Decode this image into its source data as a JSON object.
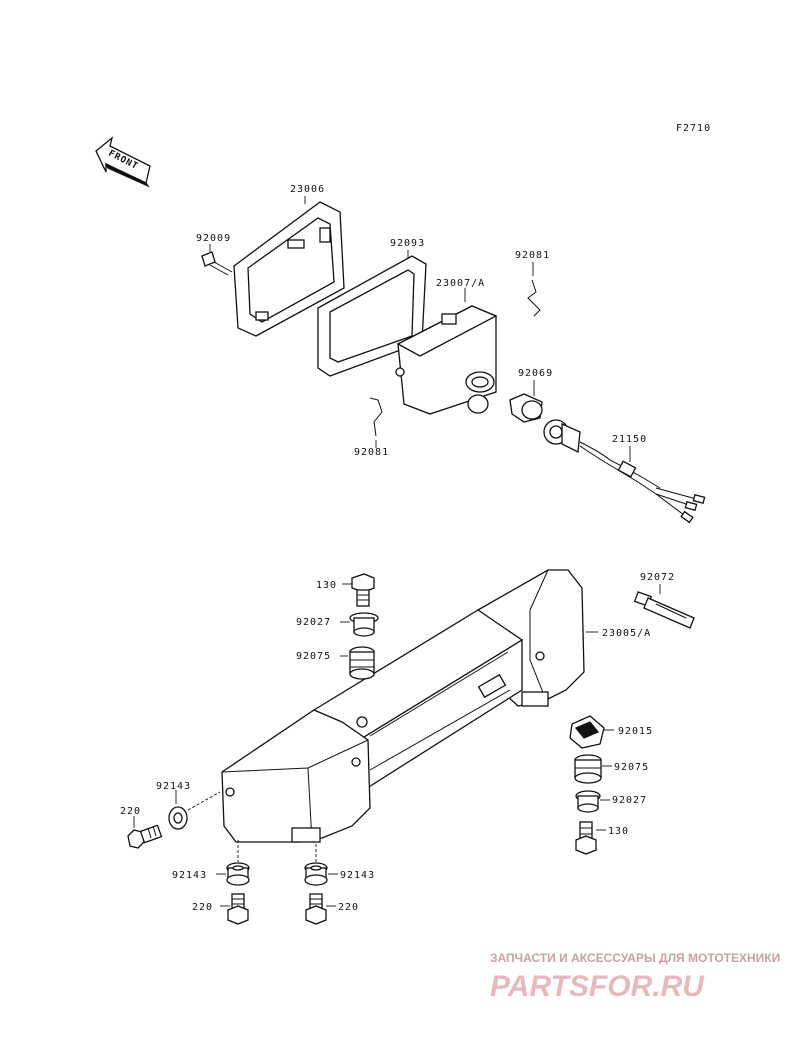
{
  "figure_code": "F2710",
  "front_label": "FRONT",
  "parts": {
    "bezel": "23006",
    "bezel_screw": "92009",
    "gasket": "92093",
    "spring_upper": "92081",
    "headlamp_unit": "23007/A",
    "bulb": "92069",
    "spring_lower": "92081",
    "socket_harness": "21150",
    "bolt_upper": "130",
    "band_right": "92072",
    "collar_upper": "92027",
    "housing": "23005/A",
    "grommet_upper": "92075",
    "clip_nut": "92015",
    "grommet_left": "92143",
    "grommet_right_mid": "92075",
    "bolt_left": "220",
    "collar_right": "92027",
    "bolt_right": "130",
    "grommet_bottom_left": "92143",
    "grommet_bottom_right": "92143",
    "bolt_bottom_left": "220",
    "bolt_bottom_right": "220"
  },
  "watermark": {
    "subtitle": "ЗАПЧАСТИ И АКСЕССУАРЫ ДЛЯ МОТОТЕХНИКИ",
    "brand": "PARTSFOR.RU"
  },
  "colors": {
    "line": "#111111",
    "watermark_brand": "#e7b9bd",
    "watermark_text": "#c9a0a4"
  }
}
